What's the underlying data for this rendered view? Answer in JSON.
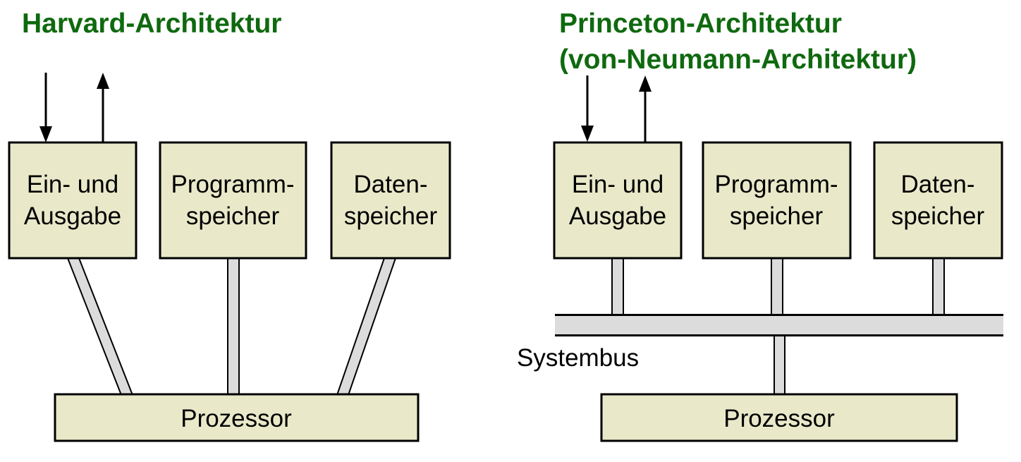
{
  "colors": {
    "title": "#0f690f",
    "box_fill": "#e9e9ca",
    "connector_fill": "#dcdcdc",
    "outline": "#000000",
    "label_text": "#000000"
  },
  "harvard": {
    "title": "Harvard-Architektur",
    "boxes": [
      {
        "line1": "Ein- und",
        "line2": "Ausgabe"
      },
      {
        "line1": "Programm-",
        "line2": "speicher"
      },
      {
        "line1": "Daten-",
        "line2": "speicher"
      }
    ],
    "processor_label": "Prozessor"
  },
  "princeton": {
    "title_line1": "Princeton-Architektur",
    "title_line2": "(von-Neumann-Architektur)",
    "boxes": [
      {
        "line1": "Ein- und",
        "line2": "Ausgabe"
      },
      {
        "line1": "Programm-",
        "line2": "speicher"
      },
      {
        "line1": "Daten-",
        "line2": "speicher"
      }
    ],
    "bus_label": "Systembus",
    "processor_label": "Prozessor"
  }
}
